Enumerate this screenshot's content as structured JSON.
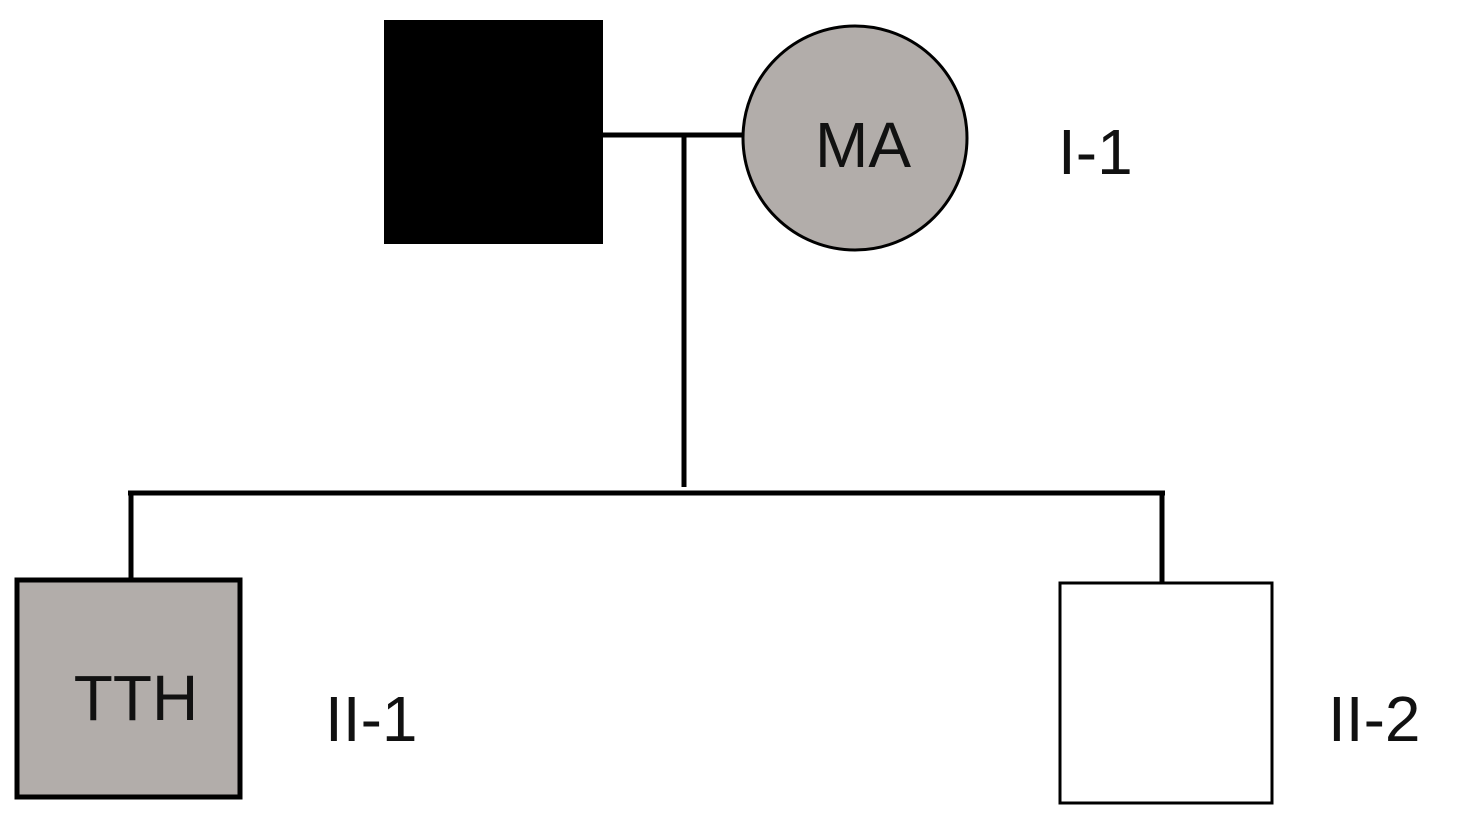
{
  "pedigree": {
    "colors": {
      "line": "#000000",
      "affected": "#000000",
      "partial": "#b2adaa",
      "unaffected": "#ffffff"
    },
    "generation_1": {
      "father": {
        "sex": "male",
        "status": "affected",
        "text": ""
      },
      "mother": {
        "sex": "female",
        "status": "partial",
        "text": "MA"
      },
      "label": "I-1"
    },
    "generation_2": {
      "child_1": {
        "sex": "male",
        "status": "partial",
        "text": "TTH",
        "label": "II-1"
      },
      "child_2": {
        "sex": "male",
        "status": "unaffected",
        "text": "",
        "label": "II-2"
      }
    }
  }
}
